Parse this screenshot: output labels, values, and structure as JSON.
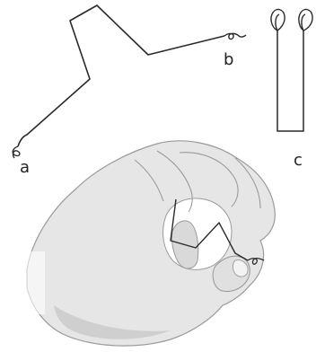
{
  "labels": {
    "a": "a",
    "b": "b",
    "c": "c"
  },
  "colors": {
    "wire": "#2a2a2a",
    "skin": "#e6e6e6",
    "skin_outline": "#9a9a9a",
    "skin_shadow": "#c8c8c8"
  }
}
